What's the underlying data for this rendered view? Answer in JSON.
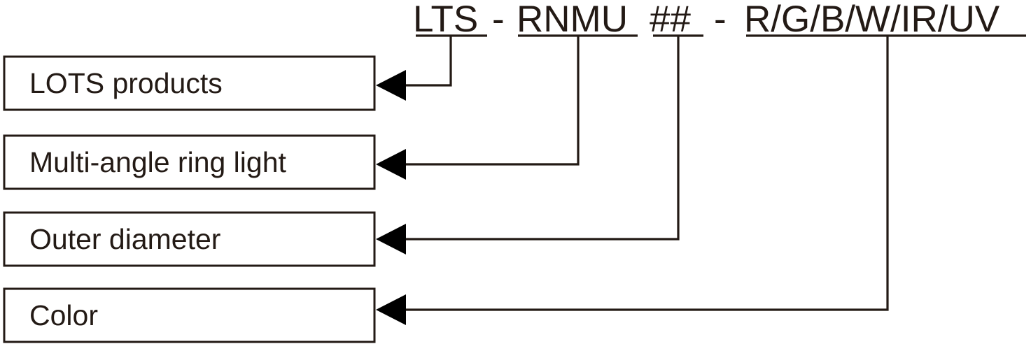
{
  "diagram": {
    "title": "LTS - RNMU ## - R/G/B/W/IR/UV",
    "type": "part-number-breakdown",
    "ink_color": "#231a15",
    "background_color": "#ffffff"
  },
  "part_number": {
    "segments": [
      {
        "key": "prefix",
        "text": "LTS"
      },
      {
        "key": "sep1",
        "text": "-"
      },
      {
        "key": "series",
        "text": "RNMU"
      },
      {
        "key": "diameter",
        "text": "##"
      },
      {
        "key": "sep2",
        "text": "-"
      },
      {
        "key": "color",
        "text": "R/G/B/W/IR/UV"
      }
    ]
  },
  "callouts": [
    {
      "key": "prefix",
      "label": "LOTS products"
    },
    {
      "key": "series",
      "label": "Multi-angle ring light"
    },
    {
      "key": "diameter",
      "label": "Outer diameter"
    },
    {
      "key": "color",
      "label": "Color"
    }
  ]
}
